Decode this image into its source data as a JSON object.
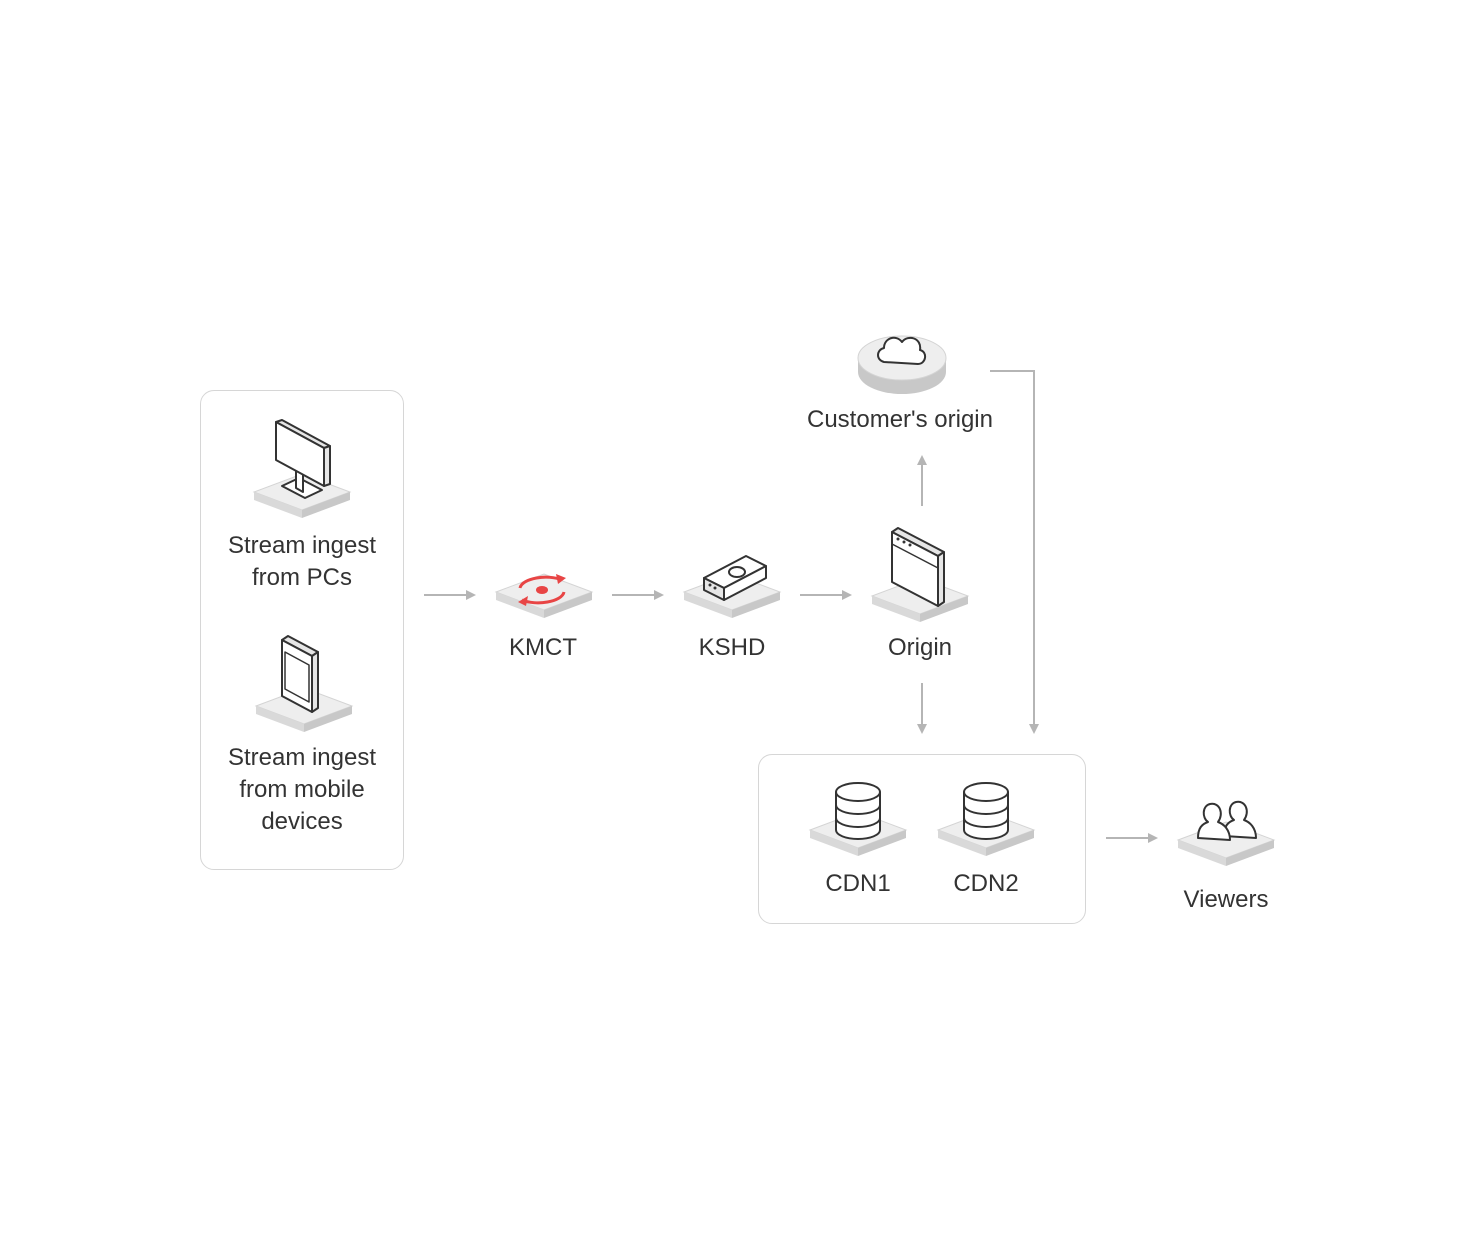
{
  "colors": {
    "arrow": "#b5b5b5",
    "box_border": "#d6d6d6",
    "accent": "#e84545",
    "text": "#333333"
  },
  "nodes": {
    "pc": {
      "label_line1": "Stream ingest",
      "label_line2": "from PCs",
      "icon": "monitor-icon"
    },
    "mobile": {
      "label_line1": "Stream ingest",
      "label_line2": "from mobile",
      "label_line3": "devices",
      "icon": "mobile-phone-icon"
    },
    "kmct": {
      "label": "KMCT",
      "icon": "transcode-sync-icon"
    },
    "kshd": {
      "label": "KSHD",
      "icon": "storage-device-icon"
    },
    "origin": {
      "label": "Origin",
      "icon": "server-icon"
    },
    "customer_origin": {
      "label": "Customer's origin",
      "icon": "cloud-icon"
    },
    "cdn1": {
      "label": "CDN1",
      "icon": "database-icon"
    },
    "cdn2": {
      "label": "CDN2",
      "icon": "database-icon"
    },
    "viewers": {
      "label": "Viewers",
      "icon": "users-icon"
    }
  }
}
